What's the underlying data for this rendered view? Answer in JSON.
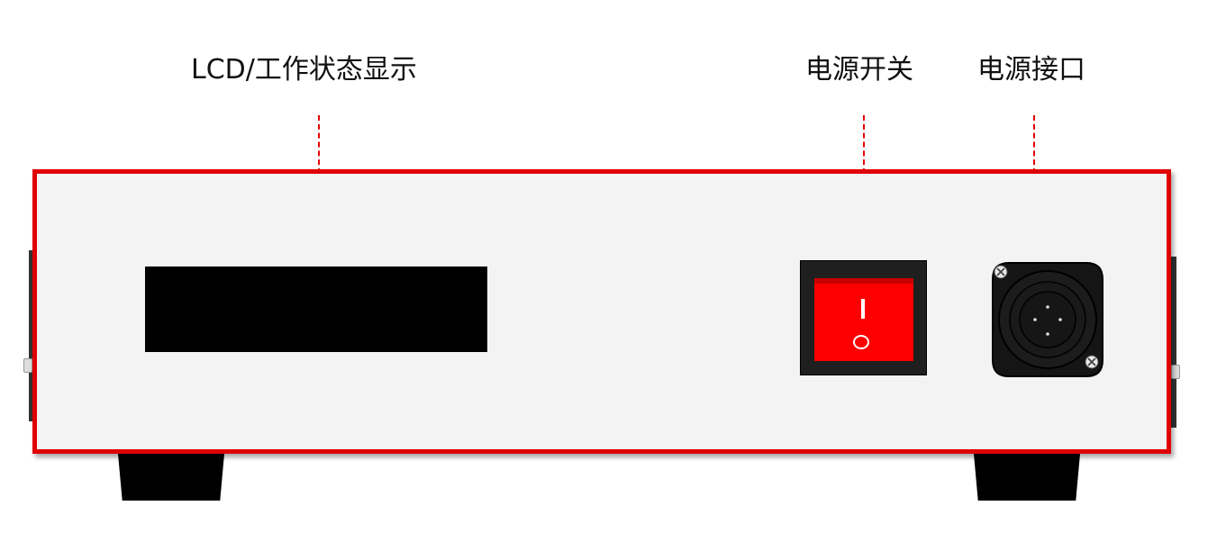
{
  "labels": {
    "lcd": "LCD/工作状态显示",
    "switch": "电源开关",
    "port": "电源接口"
  },
  "colors": {
    "frame": "#e00000",
    "rocker": "#ff0000",
    "body": "#f3f3f3",
    "leader": "#e00000"
  },
  "switch": {
    "on_symbol": "I",
    "off_symbol": "O"
  }
}
